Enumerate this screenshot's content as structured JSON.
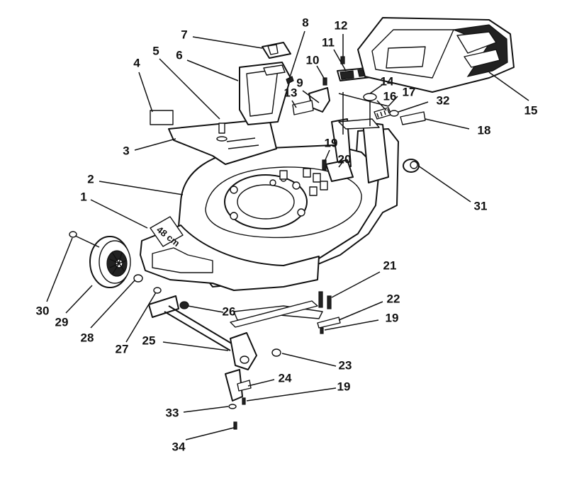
{
  "deck_marking": "48 cm",
  "callouts": [
    {
      "id": "c1",
      "text": "1"
    },
    {
      "id": "c2",
      "text": "2"
    },
    {
      "id": "c3",
      "text": "3"
    },
    {
      "id": "c4",
      "text": "4"
    },
    {
      "id": "c5",
      "text": "5"
    },
    {
      "id": "c6",
      "text": "6"
    },
    {
      "id": "c7",
      "text": "7"
    },
    {
      "id": "c8",
      "text": "8"
    },
    {
      "id": "c9",
      "text": "9"
    },
    {
      "id": "c10",
      "text": "10"
    },
    {
      "id": "c11",
      "text": "11"
    },
    {
      "id": "c12",
      "text": "12"
    },
    {
      "id": "c13",
      "text": "13"
    },
    {
      "id": "c14",
      "text": "14"
    },
    {
      "id": "c15",
      "text": "15"
    },
    {
      "id": "c16",
      "text": "16"
    },
    {
      "id": "c17",
      "text": "17"
    },
    {
      "id": "c18",
      "text": "18"
    },
    {
      "id": "c19a",
      "text": "19"
    },
    {
      "id": "c19b",
      "text": "19"
    },
    {
      "id": "c19c",
      "text": "19"
    },
    {
      "id": "c20",
      "text": "20"
    },
    {
      "id": "c21",
      "text": "21"
    },
    {
      "id": "c22",
      "text": "22"
    },
    {
      "id": "c23",
      "text": "23"
    },
    {
      "id": "c24",
      "text": "24"
    },
    {
      "id": "c25",
      "text": "25"
    },
    {
      "id": "c26",
      "text": "26"
    },
    {
      "id": "c27",
      "text": "27"
    },
    {
      "id": "c28",
      "text": "28"
    },
    {
      "id": "c29",
      "text": "29"
    },
    {
      "id": "c30",
      "text": "30"
    },
    {
      "id": "c31",
      "text": "31"
    },
    {
      "id": "c32",
      "text": "32"
    },
    {
      "id": "c33",
      "text": "33"
    },
    {
      "id": "c34",
      "text": "34"
    }
  ]
}
